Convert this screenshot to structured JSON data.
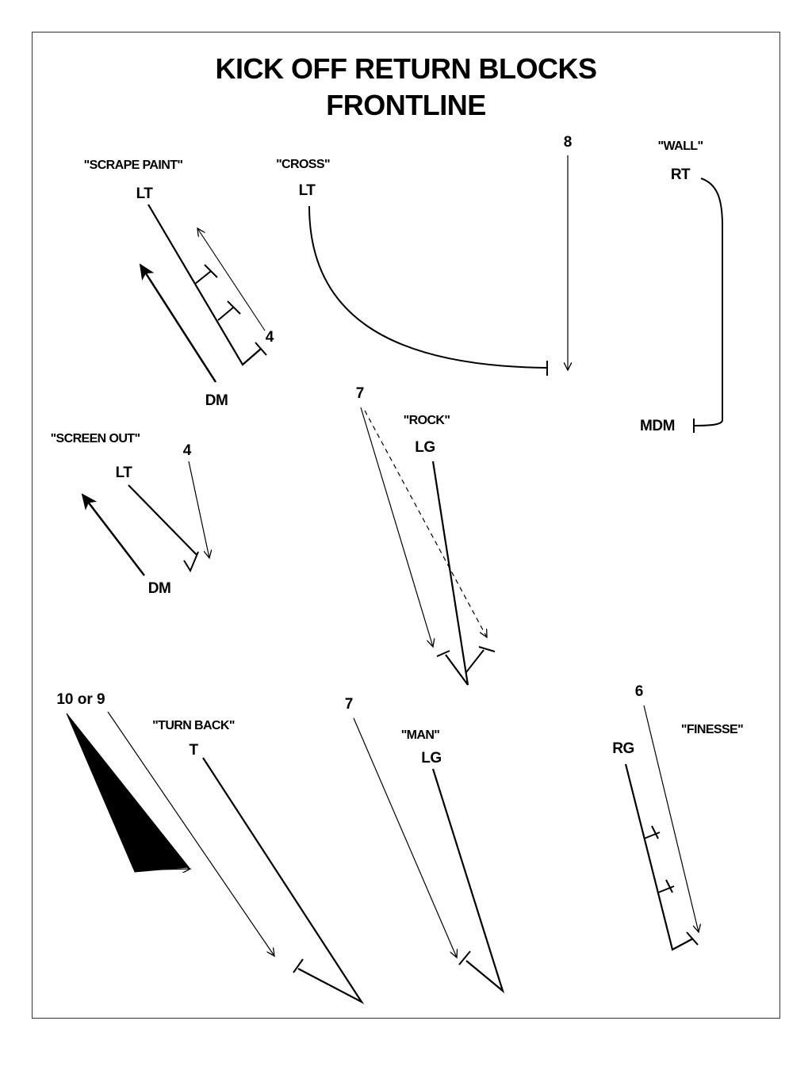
{
  "title": {
    "line1": "KICK OFF RETURN BLOCKS",
    "line2": "FRONTLINE"
  },
  "plays": {
    "scrape_paint": {
      "name": "\"SCRAPE PAINT\"",
      "blocker": "LT",
      "defender": "DM",
      "number": "4"
    },
    "cross": {
      "name": "\"CROSS\"",
      "blocker": "LT",
      "number": "8"
    },
    "wall": {
      "name": "\"WALL\"",
      "blocker": "RT",
      "defender": "MDM"
    },
    "screen_out": {
      "name": "\"SCREEN OUT\"",
      "blocker": "LT",
      "defender": "DM",
      "number": "4"
    },
    "rock": {
      "name": "\"ROCK\"",
      "blocker": "LG",
      "number": "7"
    },
    "turn_back": {
      "name": "\"TURN BACK\"",
      "blocker": "T",
      "number": "10 or 9"
    },
    "man": {
      "name": "\"MAN\"",
      "blocker": "LG",
      "number": "7"
    },
    "finesse": {
      "name": "\"FINESSE\"",
      "blocker": "RG",
      "number": "6"
    }
  }
}
